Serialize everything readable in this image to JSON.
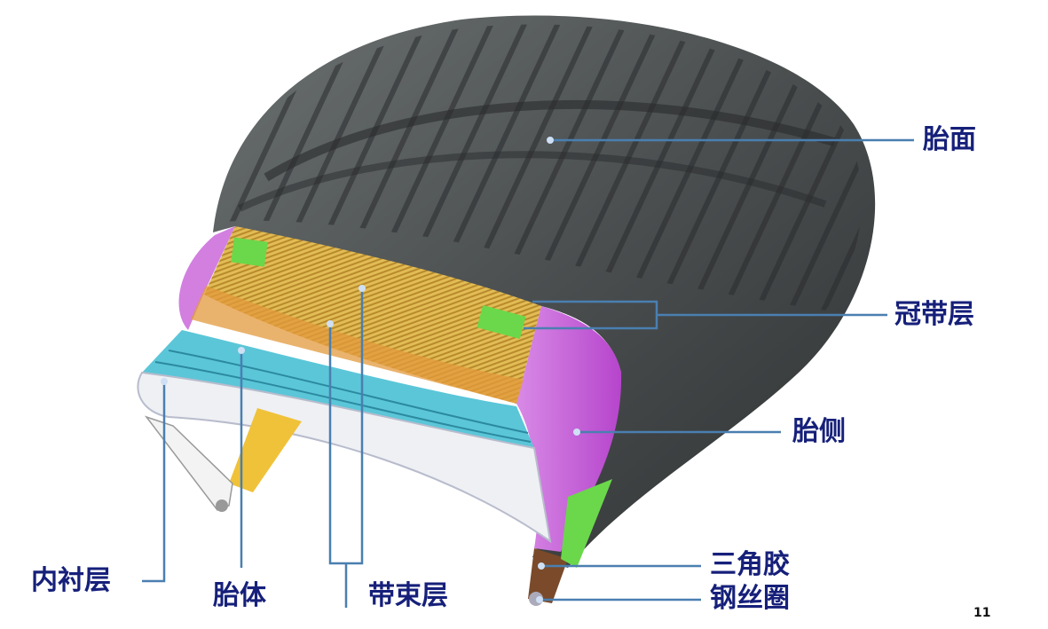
{
  "labels": {
    "tread": "胎面",
    "cap_ply": "冠带层",
    "sidewall": "胎侧",
    "apex": "三角胶",
    "bead_wire": "钢丝圈",
    "inner_liner": "内衬层",
    "carcass": "胎体",
    "belt": "带束层"
  },
  "page_number": "11",
  "colors": {
    "label": "#16207a",
    "leader": "#4a7fb0",
    "tread": "#4a4e4f",
    "belt": "#d9b24a",
    "sidewall": "#c85ad8",
    "carcass": "#5bc6d8",
    "cap_patch": "#6ad84a"
  }
}
